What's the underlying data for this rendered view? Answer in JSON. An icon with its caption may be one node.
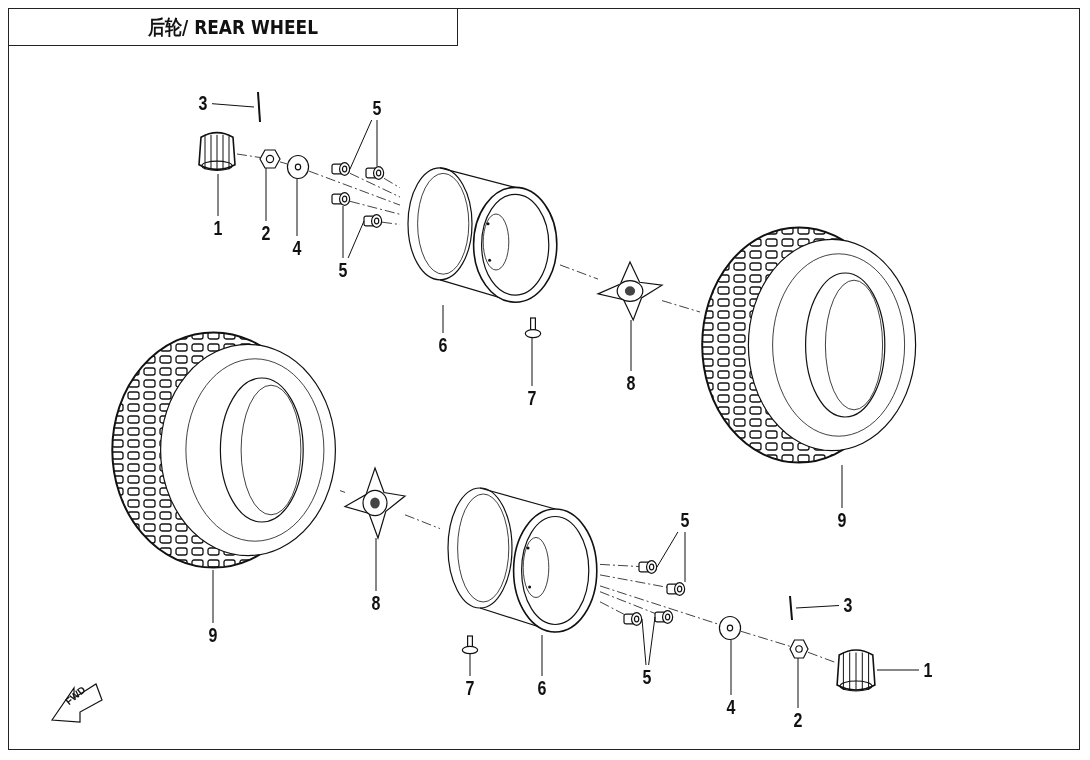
{
  "diagram": {
    "title": "后轮/ REAR WHEEL",
    "nodes": [
      {
        "text": [
          "3"
        ]
      },
      {
        "text": [
          "1"
        ]
      },
      {
        "text": [
          "2"
        ]
      },
      {
        "text": [
          "4"
        ]
      },
      {
        "text": [
          "5"
        ]
      },
      {
        "text": [
          "5"
        ]
      },
      {
        "text": [
          "6"
        ]
      },
      {
        "text": [
          "7"
        ]
      },
      {
        "text": [
          "8"
        ]
      },
      {
        "text": [
          "9"
        ]
      },
      {
        "text": [
          "9"
        ]
      },
      {
        "text": [
          "8"
        ]
      },
      {
        "text": [
          "7"
        ]
      },
      {
        "text": [
          "6"
        ]
      },
      {
        "text": [
          "5"
        ]
      },
      {
        "text": [
          "5"
        ]
      },
      {
        "text": [
          "4"
        ]
      },
      {
        "text": [
          "2"
        ]
      },
      {
        "text": [
          "3"
        ]
      },
      {
        "text": [
          "1"
        ]
      },
      {
        "text": [],
        "shape": "picture"
      },
      {
        "text": [],
        "shape": "picture"
      },
      {
        "text": [],
        "shape": "picture"
      },
      {
        "text": [],
        "shape": "picture"
      },
      {
        "text": [],
        "shape": "picture"
      },
      {
        "text": [],
        "shape": "picture"
      },
      {
        "text": [],
        "shape": "picture"
      },
      {
        "text": [],
        "shape": "picture"
      },
      {
        "text": [],
        "shape": "picture"
      },
      {
        "text": [],
        "shape": "picture"
      },
      {
        "text": [],
        "shape": "picture"
      },
      {
        "text": [],
        "shape": "picture"
      },
      {
        "text": [],
        "shape": "picture"
      },
      {
        "text": [],
        "shape": "picture"
      },
      {
        "text": [],
        "shape": "picture"
      },
      {
        "text": [],
        "shape": "picture"
      },
      {
        "text": [],
        "shape": "picture"
      },
      {
        "text": [],
        "shape": "picture"
      },
      {
        "text": [],
        "shape": "picture"
      },
      {
        "text": [],
        "shape": "picture"
      },
      {
        "text": [],
        "shape": "picture"
      },
      {
        "text": [],
        "shape": "picture"
      },
      {
        "text": [],
        "shape": "picture"
      },
      {
        "text": [],
        "shape": "picture"
      }
    ],
    "edges": [
      {
        "from": 0,
        "to": 22,
        "arrow": "none"
      },
      {
        "from": 1,
        "to": 20,
        "arrow": "none"
      },
      {
        "from": 2,
        "to": 21,
        "arrow": "none"
      },
      {
        "from": 3,
        "to": 23,
        "arrow": "none"
      },
      {
        "from": 4,
        "to": 24,
        "arrow": "none"
      },
      {
        "from": 4,
        "to": 25,
        "arrow": "none"
      },
      {
        "from": 5,
        "to": 26,
        "arrow": "none"
      },
      {
        "from": 5,
        "to": 27,
        "arrow": "none"
      },
      {
        "from": 6,
        "to": 28,
        "arrow": "none"
      },
      {
        "from": 7,
        "to": 29,
        "arrow": "none"
      },
      {
        "from": 8,
        "to": 30,
        "arrow": "none"
      },
      {
        "from": 9,
        "to": 31,
        "arrow": "none"
      },
      {
        "from": 10,
        "to": 32,
        "arrow": "none"
      },
      {
        "from": 11,
        "to": 33,
        "arrow": "none"
      },
      {
        "from": 12,
        "to": 35,
        "arrow": "none"
      },
      {
        "from": 13,
        "to": 34,
        "arrow": "none"
      },
      {
        "from": 14,
        "to": 36,
        "arrow": "none"
      },
      {
        "from": 14,
        "to": 37,
        "arrow": "none"
      },
      {
        "from": 15,
        "to": 38,
        "arrow": "none"
      },
      {
        "from": 15,
        "to": 39,
        "arrow": "none"
      },
      {
        "from": 16,
        "to": 40,
        "arrow": "none"
      },
      {
        "from": 17,
        "to": 41,
        "arrow": "none"
      },
      {
        "from": 18,
        "to": 42,
        "arrow": "none"
      },
      {
        "from": 19,
        "to": 43,
        "arrow": "none"
      },
      {
        "from": 20,
        "to": 21,
        "arrow": "none",
        "style": "dashed"
      },
      {
        "from": 21,
        "to": 23,
        "arrow": "none",
        "style": "dashed"
      },
      {
        "from": 23,
        "to": 28,
        "arrow": "none",
        "style": "dashed"
      },
      {
        "from": 28,
        "to": 30,
        "arrow": "none",
        "style": "dashed"
      },
      {
        "from": 30,
        "to": 31,
        "arrow": "none",
        "style": "dashed"
      },
      {
        "from": 24,
        "to": 28,
        "arrow": "none",
        "style": "dashed"
      },
      {
        "from": 25,
        "to": 28,
        "arrow": "none",
        "style": "dashed"
      },
      {
        "from": 26,
        "to": 28,
        "arrow": "none",
        "style": "dashed"
      },
      {
        "from": 27,
        "to": 28,
        "arrow": "none",
        "style": "dashed"
      },
      {
        "from": 32,
        "to": 33,
        "arrow": "none",
        "style": "dashed"
      },
      {
        "from": 33,
        "to": 34,
        "arrow": "none",
        "style": "dashed"
      },
      {
        "from": 34,
        "to": 40,
        "arrow": "none",
        "style": "dashed"
      },
      {
        "from": 40,
        "to": 41,
        "arrow": "none",
        "style": "dashed"
      },
      {
        "from": 41,
        "to": 43,
        "arrow": "none",
        "style": "dashed"
      },
      {
        "from": 34,
        "to": 36,
        "arrow": "none",
        "style": "dashed"
      },
      {
        "from": 34,
        "to": 37,
        "arrow": "none",
        "style": "dashed"
      },
      {
        "from": 34,
        "to": 38,
        "arrow": "none",
        "style": "dashed"
      },
      {
        "from": 34,
        "to": 39,
        "arrow": "none",
        "style": "dashed"
      }
    ],
    "labels": [
      "FWD"
    ]
  }
}
